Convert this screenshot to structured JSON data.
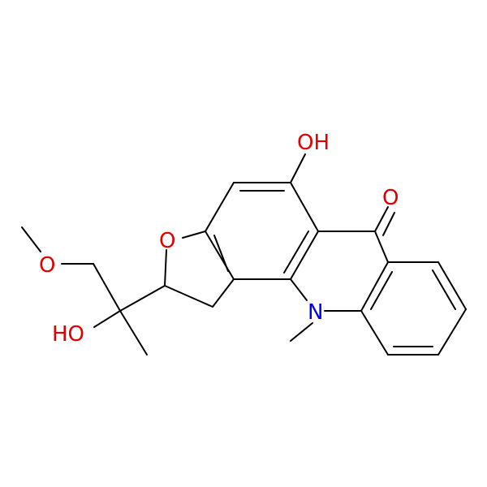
{
  "colors": {
    "carbon": "#000000",
    "oxygen": "#e00000",
    "nitrogen": "#0000e0",
    "background": "#ffffff"
  },
  "labels": {
    "hydroxyl_top": "OH",
    "ketone_oxygen": "O",
    "furan_oxygen": "O",
    "methoxy_oxygen": "O",
    "hydroxyl_side": "HO",
    "ring_nitrogen": "N"
  }
}
